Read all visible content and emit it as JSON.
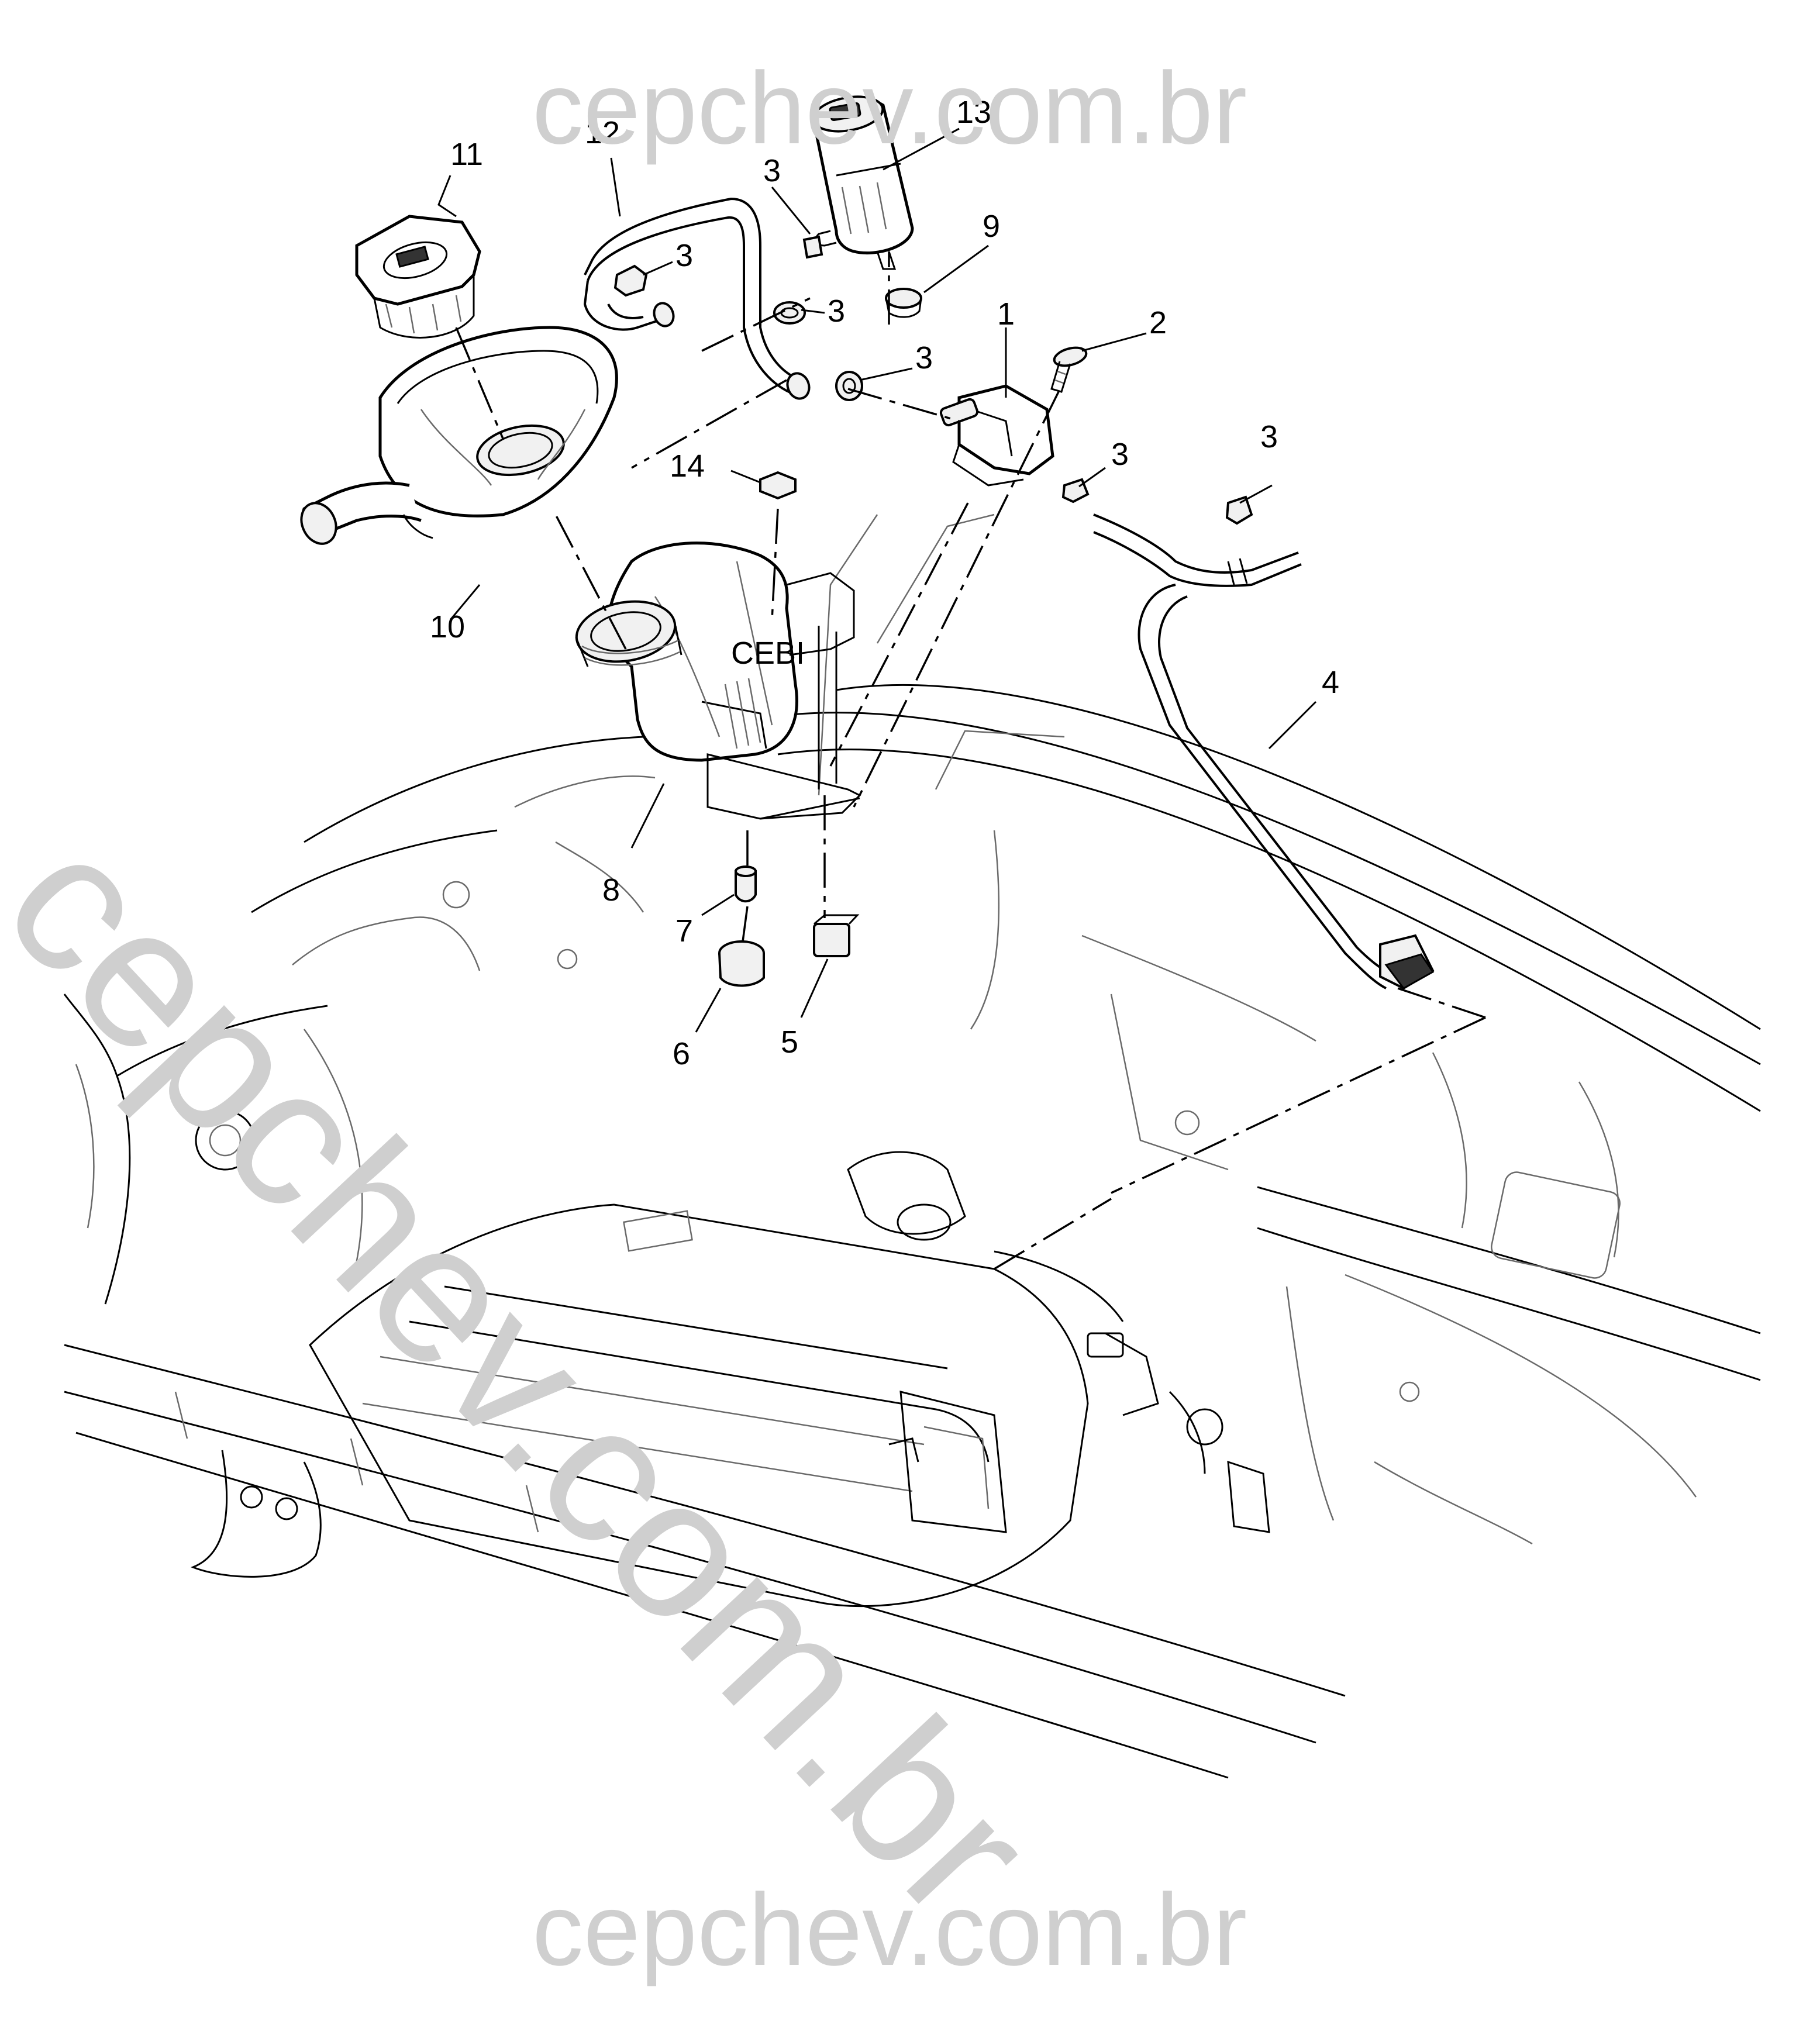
{
  "watermark": {
    "top": "cepchev.com.br",
    "bottom": "cepchev.com.br",
    "diagonal": "cepchev.com.br"
  },
  "callouts": [
    {
      "id": "1",
      "text": "1"
    },
    {
      "id": "2",
      "text": "2"
    },
    {
      "id": "3a",
      "text": "3"
    },
    {
      "id": "3b",
      "text": "3"
    },
    {
      "id": "3c",
      "text": "3"
    },
    {
      "id": "3d",
      "text": "3"
    },
    {
      "id": "3e",
      "text": "3"
    },
    {
      "id": "3f",
      "text": "3"
    },
    {
      "id": "4",
      "text": "4"
    },
    {
      "id": "5",
      "text": "5"
    },
    {
      "id": "6",
      "text": "6"
    },
    {
      "id": "7",
      "text": "7"
    },
    {
      "id": "8",
      "text": "8"
    },
    {
      "id": "9",
      "text": "9"
    },
    {
      "id": "10",
      "text": "10"
    },
    {
      "id": "11",
      "text": "11"
    },
    {
      "id": "12",
      "text": "12"
    },
    {
      "id": "13",
      "text": "13"
    },
    {
      "id": "14",
      "text": "14"
    }
  ],
  "tank_label": "CEBI"
}
